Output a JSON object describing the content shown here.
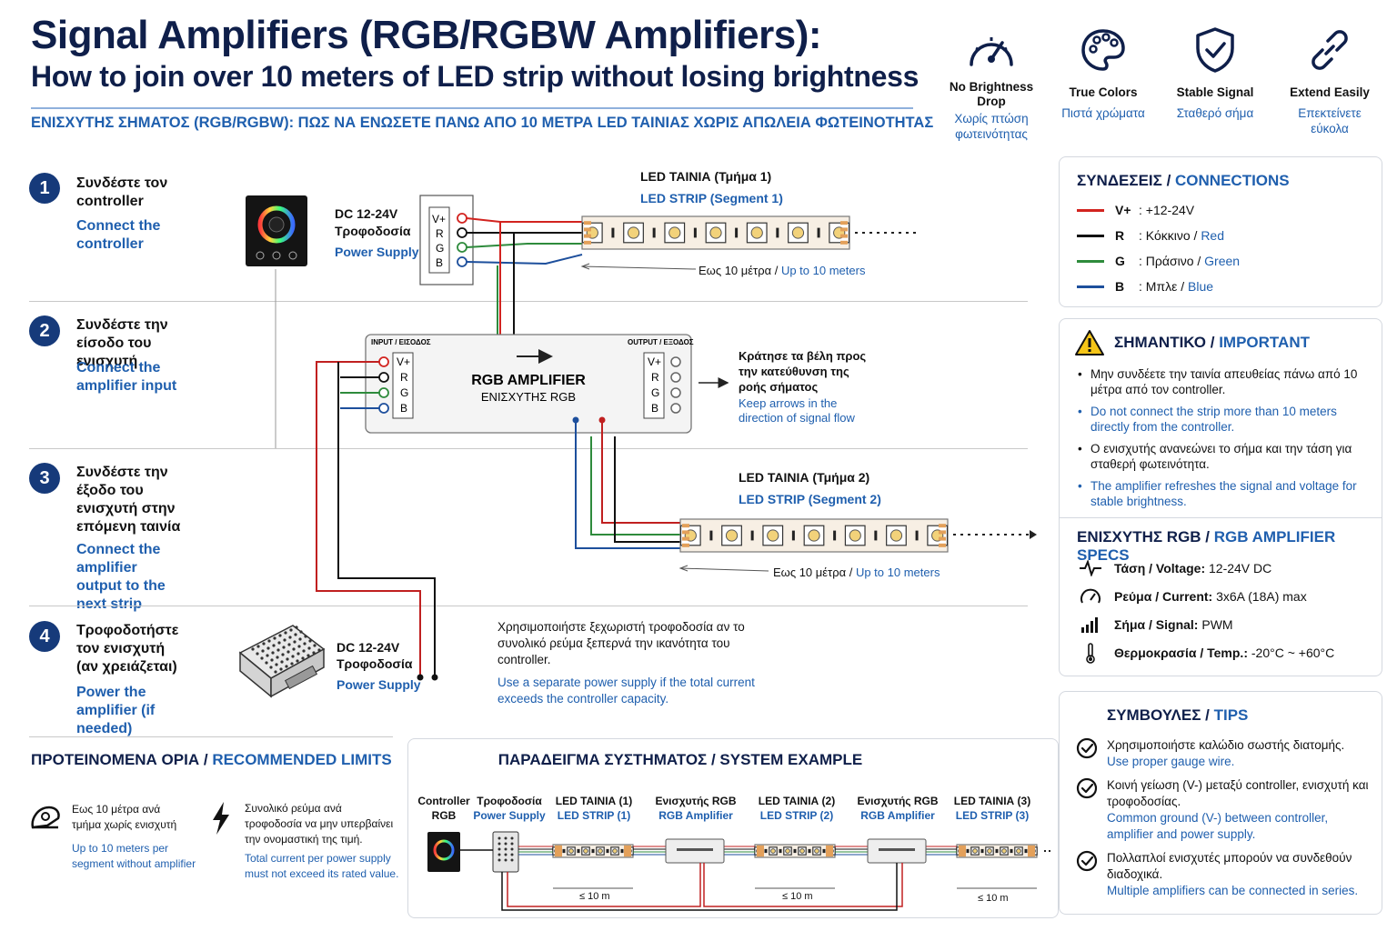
{
  "header": {
    "title": "Signal Amplifiers (RGB/RGBW Amplifiers):",
    "subtitle": "How to join over 10 meters of LED strip without losing brightness",
    "greek_title": "ΕΝΙΣΧΥΤΗΣ ΣΗΜΑΤΟΣ (RGB/RGBW): ΠΩΣ ΝΑ ΕΝΩΣΕΤΕ ΠΑΝΩ ΑΠΟ 10 ΜΕΤΡΑ LED ΤΑΙΝΙΑΣ ΧΩΡΙΣ ΑΠΩΛΕΙΑ ΦΩΤΕΙΝΟΤΗΤΑΣ"
  },
  "features": [
    {
      "icon": "gauge-icon",
      "en": "No Brightness Drop",
      "gr": "Χωρίς πτώση φωτεινότητας"
    },
    {
      "icon": "palette-icon",
      "en": "True Colors",
      "gr": "Πιστά χρώματα"
    },
    {
      "icon": "shield-check-icon",
      "en": "Stable Signal",
      "gr": "Σταθερό σήμα"
    },
    {
      "icon": "link-icon",
      "en": "Extend Easily",
      "gr": "Επεκτείνετε εύκολα"
    }
  ],
  "steps": [
    {
      "num": "1",
      "gr": "Συνδέστε τον controller",
      "en": "Connect the controller"
    },
    {
      "num": "2",
      "gr": "Συνδέστε την είσοδο του ενισχυτή",
      "en": "Connect the amplifier input"
    },
    {
      "num": "3",
      "gr": "Συνδέστε την έξοδο του ενισχυτή στην επόμενη ταινία",
      "en": "Connect the amplifier output to the next strip"
    },
    {
      "num": "4",
      "gr": "Τροφοδοτήστε τον ενισχυτή (αν χρειάζεται)",
      "en": "Power the amplifier (if needed)"
    }
  ],
  "diagram": {
    "psu1": {
      "voltage": "DC 12-24V",
      "gr": "Τροφοδοσία",
      "en": "Power Supply"
    },
    "psu2": {
      "voltage": "DC 12-24V",
      "gr": "Τροφοδοσία",
      "en": "Power Supply"
    },
    "terminal_labels": [
      "V+",
      "R",
      "G",
      "B"
    ],
    "strip1": {
      "gr": "LED ΤΑΙΝΙΑ (Τμήμα 1)",
      "en": "LED STRIP (Segment 1)"
    },
    "strip2": {
      "gr": "LED ΤΑΙΝΙΑ (Τμήμα 2)",
      "en": "LED STRIP (Segment 2)"
    },
    "strip_length_gr": "Εως 10 μέτρα /",
    "strip_length_en": "Up to 10 meters",
    "amp": {
      "name": "RGB AMPLIFIER",
      "gr": "ΕΝΙΣΧΥΤΗΣ RGB",
      "input": "INPUT / ΕΙΣΟΔΟΣ",
      "output": "OUTPUT / ΕΞΟΔΟΣ"
    },
    "arrow_note": {
      "gr": "Κράτησε τα βέλη προς την κατεύθυνση της ροής σήματος",
      "en": "Keep arrows in the direction of signal flow"
    },
    "psu_note": {
      "gr": "Χρησιμοποιήστε ξεχωριστή τροφοδοσία αν το συνολικό ρεύμα ξεπερνά την ικανότητα του controller.",
      "en": "Use a separate power supply if the total current exceeds the controller capacity."
    }
  },
  "connections": {
    "title_gr": "ΣΥΝΔΕΣΕΙΣ /",
    "title_en": "CONNECTIONS",
    "rows": [
      {
        "key": "V+",
        "gr": ": +12-24V",
        "en": "",
        "color": "#d2231f"
      },
      {
        "key": "R",
        "gr": ": Κόκκινο /",
        "en": "Red",
        "color": "#111111"
      },
      {
        "key": "G",
        "gr": ": Πράσινο /",
        "en": "Green",
        "color": "#2e8b3c"
      },
      {
        "key": "B",
        "gr": ": Μπλε /",
        "en": "Blue",
        "color": "#1d4f9c"
      }
    ]
  },
  "important": {
    "title_gr": "ΣΗΜΑΝΤΙΚΟ /",
    "title_en": "IMPORTANT",
    "bullets": [
      {
        "lang": "gr",
        "text": "Μην συνδέετε την ταινία απευθείας πάνω από 10 μέτρα από τον controller."
      },
      {
        "lang": "en",
        "text": "Do not connect the strip more than 10 meters directly from the controller."
      },
      {
        "lang": "gr",
        "text": "Ο ενισχυτής ανανεώνει το σήμα και την τάση για σταθερή φωτεινότητα."
      },
      {
        "lang": "en",
        "text": "The amplifier refreshes the signal and voltage for stable brightness."
      }
    ]
  },
  "specs": {
    "title_gr": "ΕΝΙΣΧΥΤΗΣ RGB /",
    "title_en": "RGB AMPLIFIER SPECS",
    "rows": [
      {
        "icon": "voltage-wave-icon",
        "label": "Τάση / Voltage:",
        "value": "12-24V DC"
      },
      {
        "icon": "current-gauge-icon",
        "label": "Ρεύμα / Current:",
        "value": "3x6A (18A) max"
      },
      {
        "icon": "signal-bars-icon",
        "label": "Σήμα / Signal:",
        "value": "PWM"
      },
      {
        "icon": "thermometer-icon",
        "label": "Θερμοκρασία / Temp.:",
        "value": "-20°C ~ +60°C"
      }
    ]
  },
  "tips": {
    "title_gr": "ΣΥΜΒΟΥΛΕΣ /",
    "title_en": "TIPS",
    "items": [
      {
        "gr": "Χρησιμοποιήστε καλώδιο σωστής διατομής.",
        "en": "Use proper gauge wire."
      },
      {
        "gr": "Κοινή γείωση (V-) μεταξύ controller, ενισχυτή και τροφοδοσίας.",
        "en": "Common ground (V-) between controller, amplifier and power supply."
      },
      {
        "gr": "Πολλαπλοί ενισχυτές μπορούν να συνδεθούν διαδοχικά.",
        "en": "Multiple amplifiers can be connected in series."
      }
    ]
  },
  "limits": {
    "title_gr": "ΠΡΟΤΕΙΝΟΜΕΝΑ ΟΡΙΑ /",
    "title_en": "RECOMMENDED LIMITS",
    "items": [
      {
        "icon": "tape-measure-icon",
        "gr": "Εως 10 μέτρα ανά τμήμα χωρίς ενισχυτή",
        "en": "Up to 10 meters per segment without amplifier"
      },
      {
        "icon": "lightning-icon",
        "gr": "Συνολικό ρεύμα ανά τροφοδοσία να μην υπερβαίνει την ονομαστική της τιμή.",
        "en": "Total current per power supply must not exceed its rated value."
      }
    ]
  },
  "system": {
    "title": "ΠΑΡΑΔΕΙΓΜΑ ΣΥΣΤΗΜΑΤΟΣ / SYSTEM EXAMPLE",
    "columns": [
      {
        "gr": "Controller",
        "en": "RGB"
      },
      {
        "gr": "Τροφοδοσία",
        "en": "Power Supply"
      },
      {
        "gr": "LED ΤΑΙΝΙΑ (1)",
        "en": "LED STRIP (1)"
      },
      {
        "gr": "Ενισχυτής RGB",
        "en": "RGB Amplifier"
      },
      {
        "gr": "LED ΤΑΙΝΙΑ (2)",
        "en": "LED STRIP (2)"
      },
      {
        "gr": "Ενισχυτής RGB",
        "en": "RGB Amplifier"
      },
      {
        "gr": "LED ΤΑΙΝΙΑ (3)",
        "en": "LED STRIP (3)"
      }
    ],
    "seg_labels": [
      "≤ 10 m",
      "≤ 10 m",
      "≤ 10 m"
    ]
  }
}
